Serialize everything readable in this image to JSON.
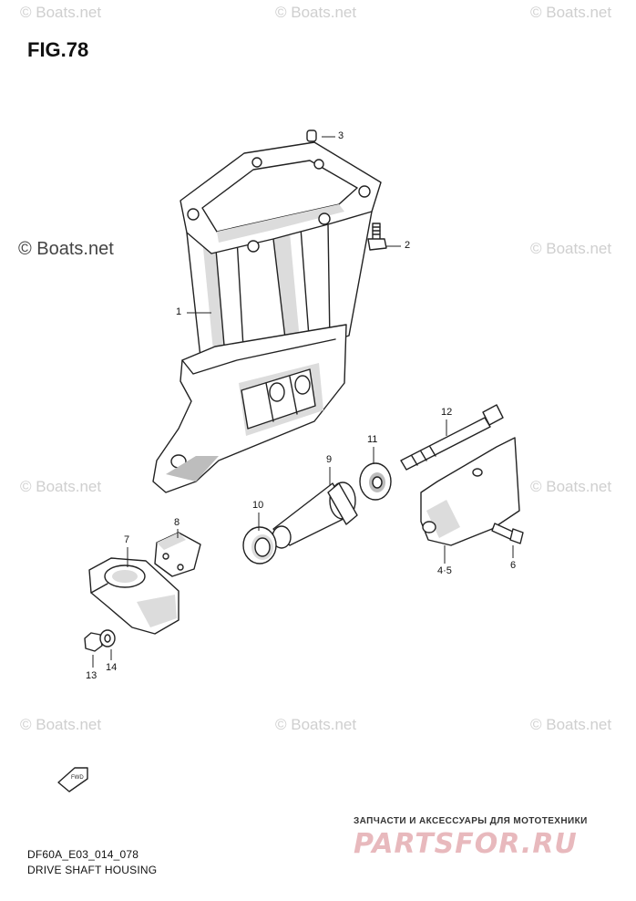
{
  "figure": {
    "title": "FIG.78"
  },
  "watermarks": {
    "text": "© Boats.net"
  },
  "callouts": {
    "c1": "1",
    "c2": "2",
    "c3": "3",
    "c45": "4·5",
    "c6": "6",
    "c7": "7",
    "c8": "8",
    "c9": "9",
    "c10": "10",
    "c11": "11",
    "c12": "12",
    "c13": "13",
    "c14": "14"
  },
  "fwd_label": "FWD",
  "footer": {
    "code": "DF60A_E03_014_078",
    "name": "DRIVE SHAFT HOUSING"
  },
  "stamp": {
    "subtitle": "ЗАПЧАСТИ И АКСЕССУАРЫ ДЛЯ МОТОТЕХНИКИ",
    "brand": "PARTSFOR.RU"
  }
}
